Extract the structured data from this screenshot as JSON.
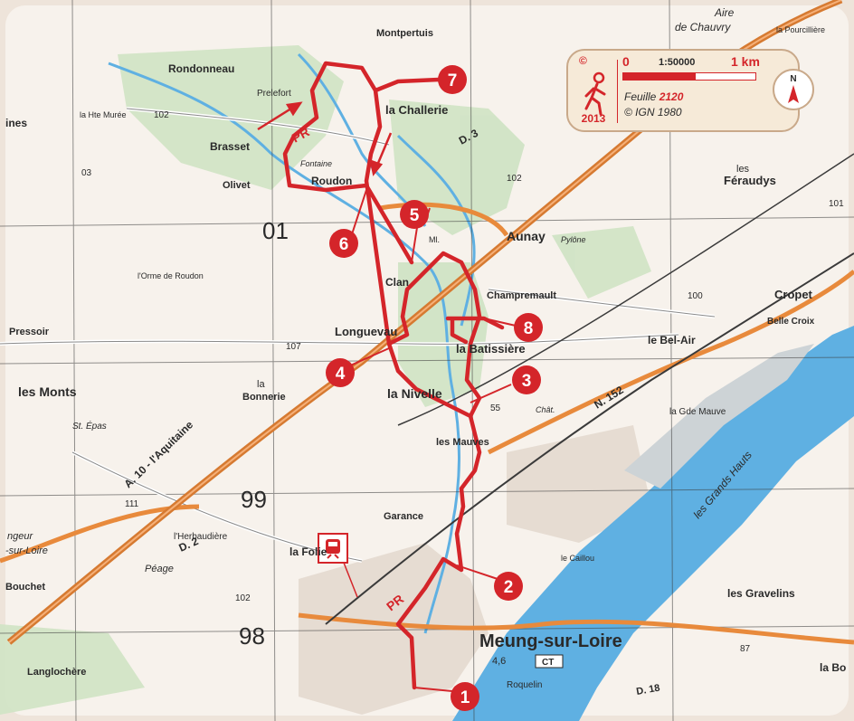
{
  "route": {
    "color": "#d4252a",
    "stops": [
      {
        "id": "1",
        "label": "1"
      },
      {
        "id": "2",
        "label": "2"
      },
      {
        "id": "3",
        "label": "3"
      },
      {
        "id": "4",
        "label": "4"
      },
      {
        "id": "5",
        "label": "5"
      },
      {
        "id": "6",
        "label": "6"
      },
      {
        "id": "7",
        "label": "7"
      },
      {
        "id": "8",
        "label": "8"
      }
    ],
    "trail_marker": "PR"
  },
  "legend": {
    "copyright_symbol": "©",
    "year": "2013",
    "scale_zero": "0",
    "scale_ratio": "1:50000",
    "scale_end": "1 km",
    "scale_fraction_filled": 0.55,
    "sheet_label": "Feuille",
    "sheet_number": "2120",
    "copyright": "© IGN 1980",
    "north_label": "N"
  },
  "places": {
    "montpertuis": "Montpertuis",
    "aire_chauvry_1": "Aire",
    "aire_chauvry_2": "de Chauvry",
    "pourcilliere": "la Pourcillière",
    "rondonneau": "Rondonneau",
    "prelefort": "Prelefort",
    "challerie": "la Challerie",
    "muree": "la Hte Murée",
    "brasset": "Brasset",
    "olivet": "Olivet",
    "roudon": "Roudon",
    "feraudys_1": "les",
    "feraudys_2": "Féraudys",
    "aunay": "Aunay",
    "orme": "l'Orme de Roudon",
    "clan": "Clan",
    "champremault": "Champremault",
    "cropet": "Cropet",
    "belle_croix": "Belle Croix",
    "bel_air": "le Bel-Air",
    "batissiere": "la Batissière",
    "longuevau": "Longuevau",
    "pressoir": "Pressoir",
    "monts": "les Monts",
    "bonnerie_1": "la",
    "bonnerie_2": "Bonnerie",
    "nivelle": "la Nivelle",
    "st_epas": "St. Épas",
    "chat_eau": "Chât.",
    "mauve": "la Gde Mauve",
    "mauves": "les Mauves",
    "grands_hauts": "les Grands Hauts",
    "garance": "Garance",
    "herbaudiere": "l'Herbaudière",
    "caillou": "le Caillou",
    "gravelins": "les Gravelins",
    "gueur": "ngeur",
    "sur_loire": "-sur-Loire",
    "bouchet": "Bouchet",
    "peage": "Péage",
    "folie": "la Folie",
    "meung": "Meung-sur-Loire",
    "roquelin": "Roquelin",
    "langlochere": "Langlochère",
    "fontaine": "Fontaine",
    "lines": "ines",
    "la_bo": "la Bo",
    "ct": "CT",
    "ml": "Ml.",
    "pylone": "Pylône"
  },
  "roads": {
    "a10": "A. 10 - l'Aquitaine",
    "d2": "D. 2",
    "d3": "D. 3",
    "n152": "N. 152",
    "d18": "D. 18",
    "r102a": "102",
    "r102b": "102",
    "r102c": "102",
    "r107": "107",
    "r03": "03",
    "r55": "55",
    "r100": "100",
    "r111": "111",
    "r87": "87",
    "r46": "4,6",
    "r101": "101"
  },
  "grid": {
    "g01": "01",
    "g99": "99",
    "g98": "98"
  }
}
